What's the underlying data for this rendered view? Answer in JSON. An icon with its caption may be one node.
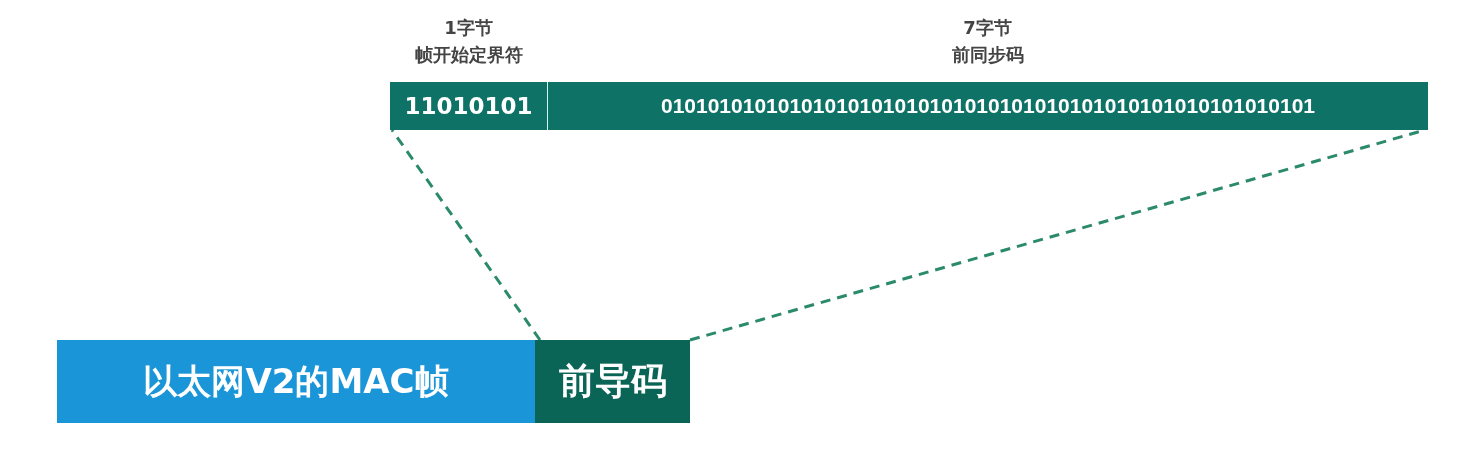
{
  "diagram": {
    "nodes": [
      {
        "text": [
          "11010101"
        ],
        "beside": [
          "1字节",
          "帧开始定界符"
        ]
      },
      {
        "text": [
          "01010101010101010101010101010101010101010101010101010101"
        ],
        "beside": [
          "7字节",
          "前同步码"
        ]
      },
      {
        "text": [
          "以太网V2的MAC帧"
        ]
      },
      {
        "text": [
          "前导码"
        ]
      }
    ],
    "edges": [
      {
        "from": 3,
        "to": 0,
        "arrow": "none",
        "style": "dashed"
      },
      {
        "from": 3,
        "to": 1,
        "arrow": "none",
        "style": "dashed"
      }
    ]
  }
}
